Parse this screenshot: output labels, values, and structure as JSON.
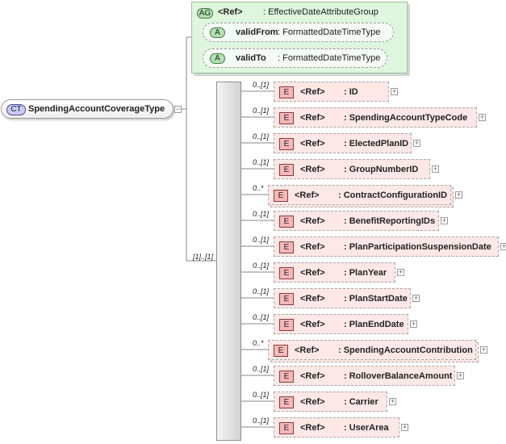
{
  "complex_type": {
    "badge": "CT",
    "name": "SpendingAccountCoverageType"
  },
  "attribute_group": {
    "badge": "AG",
    "ref": "<Ref>",
    "name": ": EffectiveDateAttributeGroup",
    "attributes": [
      {
        "badge": "A",
        "name": "validFrom",
        "type": ": FormattedDateTimeType"
      },
      {
        "badge": "A",
        "name": "validTo",
        "type": ": FormattedDateTimeType"
      }
    ]
  },
  "sequence": {
    "occurrence": "[1]..[1]"
  },
  "elements": [
    {
      "occ": "0..[1]",
      "badge": "E",
      "ref": "<Ref>",
      "name": ": ID"
    },
    {
      "occ": "0..[1]",
      "badge": "E",
      "ref": "<Ref>",
      "name": ": SpendingAccountTypeCode"
    },
    {
      "occ": "0..[1]",
      "badge": "E",
      "ref": "<Ref>",
      "name": ": ElectedPlanID"
    },
    {
      "occ": "0..[1]",
      "badge": "E",
      "ref": "<Ref>",
      "name": ": GroupNumberID"
    },
    {
      "occ": "0..*",
      "badge": "E",
      "ref": "<Ref>",
      "name": ": ContractConfigurationID"
    },
    {
      "occ": "0..[1]",
      "badge": "E",
      "ref": "<Ref>",
      "name": ": BenefitReportingIDs"
    },
    {
      "occ": "0..[1]",
      "badge": "E",
      "ref": "<Ref>",
      "name": ": PlanParticipationSuspensionDate"
    },
    {
      "occ": "0..[1]",
      "badge": "E",
      "ref": "<Ref>",
      "name": ": PlanYear"
    },
    {
      "occ": "0..[1]",
      "badge": "E",
      "ref": "<Ref>",
      "name": ": PlanStartDate"
    },
    {
      "occ": "0..[1]",
      "badge": "E",
      "ref": "<Ref>",
      "name": ": PlanEndDate"
    },
    {
      "occ": "0..*",
      "badge": "E",
      "ref": "<Ref>",
      "name": ": SpendingAccountContribution"
    },
    {
      "occ": "0..[1]",
      "badge": "E",
      "ref": "<Ref>",
      "name": ": RolloverBalanceAmount"
    },
    {
      "occ": "0..[1]",
      "badge": "E",
      "ref": "<Ref>",
      "name": ": Carrier"
    },
    {
      "occ": "0..[1]",
      "badge": "E",
      "ref": "<Ref>",
      "name": ": UserArea"
    }
  ]
}
